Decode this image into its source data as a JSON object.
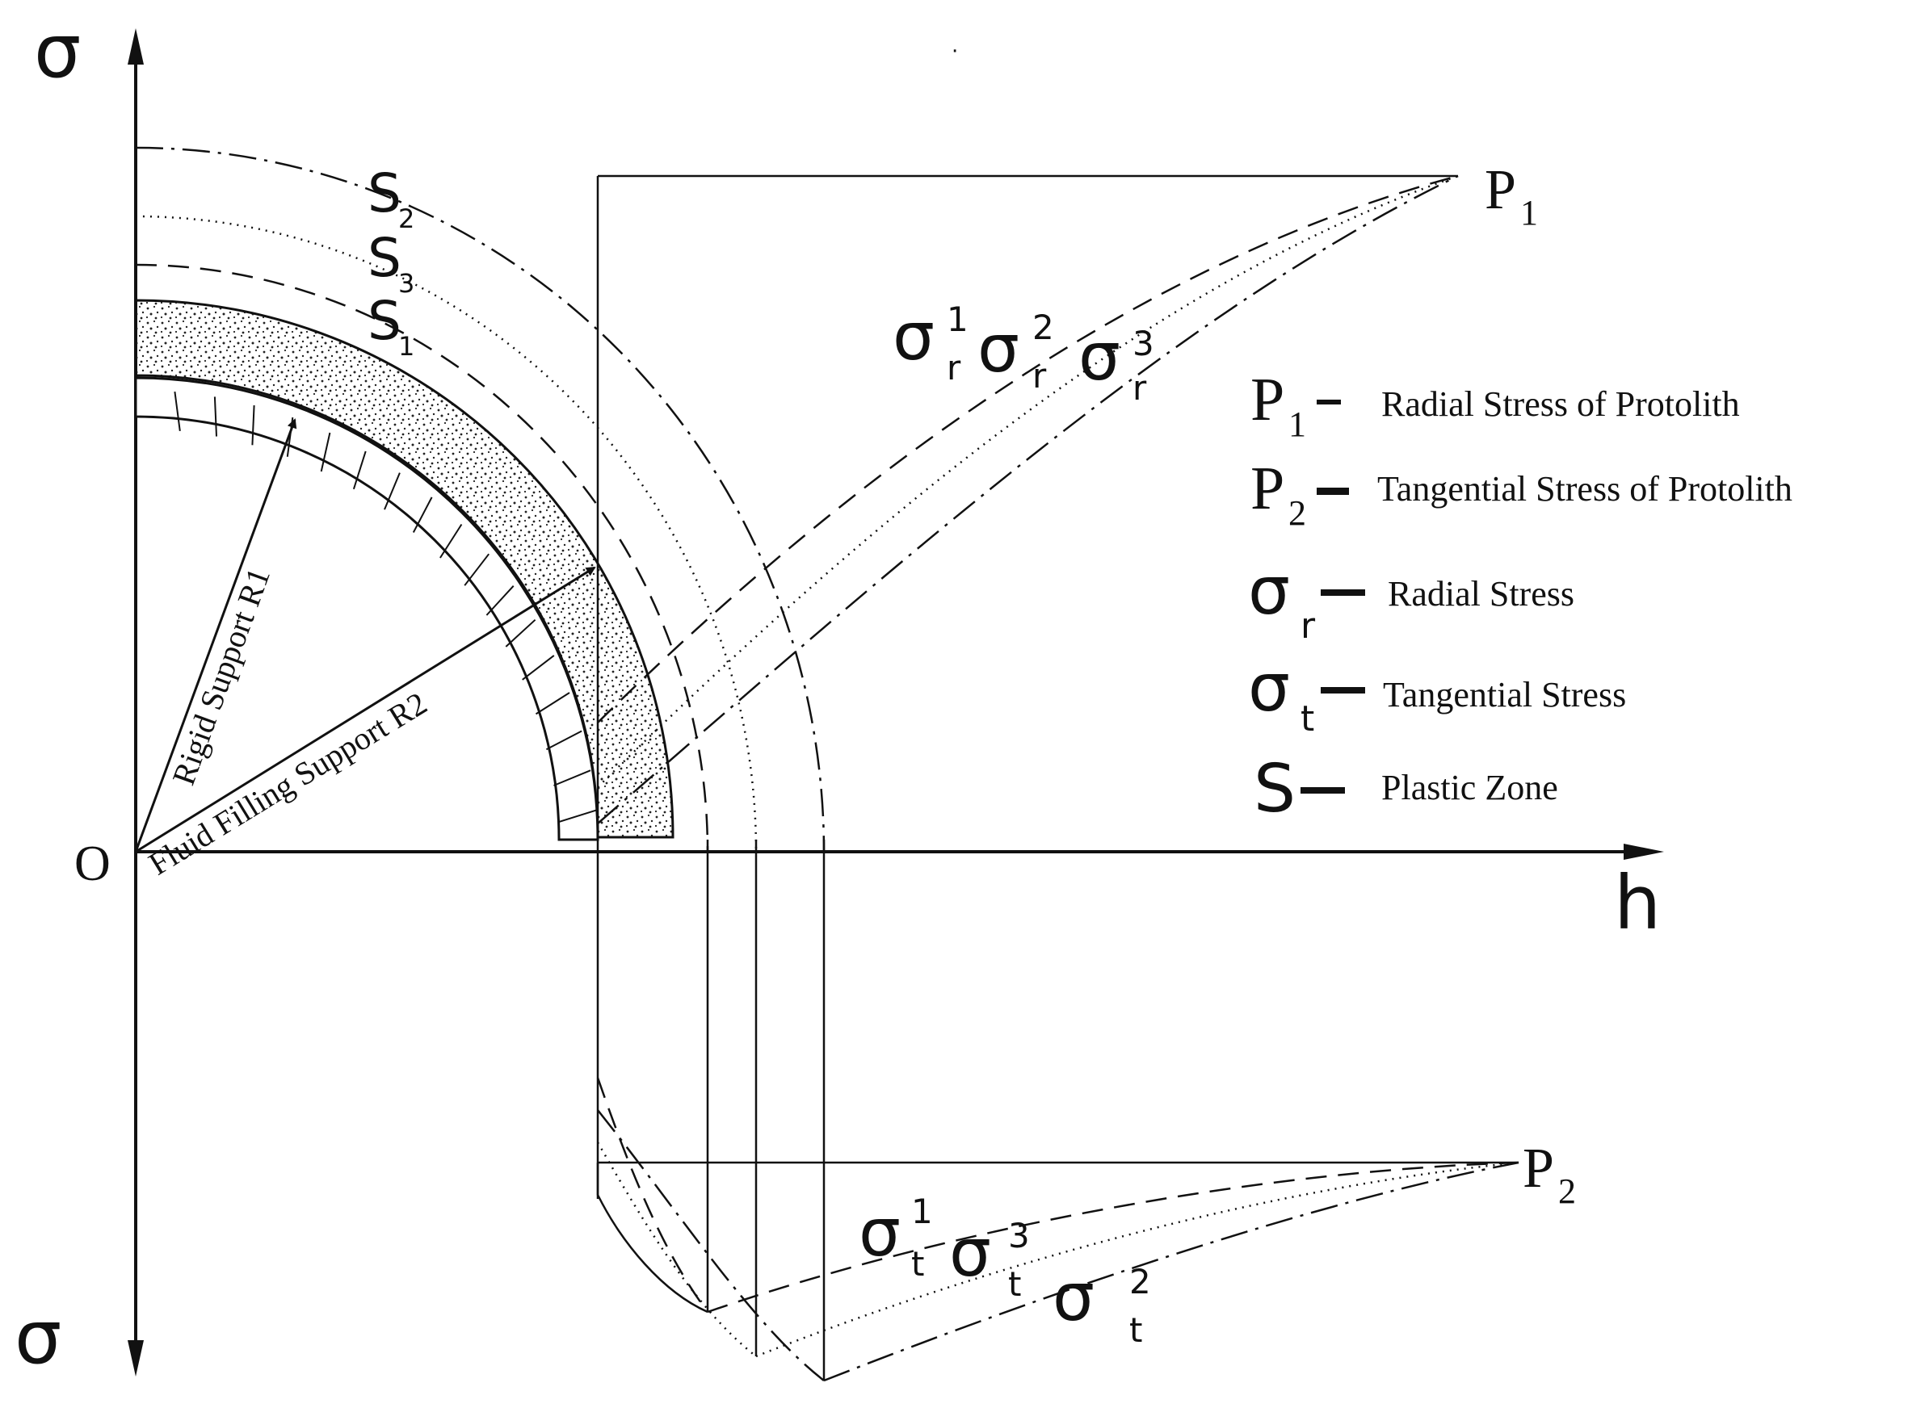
{
  "axes": {
    "y_top": "σ",
    "y_bottom": "σ",
    "x": "h",
    "origin": "O"
  },
  "points": {
    "p1": {
      "main": "P",
      "sub": "1"
    },
    "p2": {
      "main": "P",
      "sub": "2"
    }
  },
  "zones": {
    "s2": {
      "main": "S",
      "sub": "2"
    },
    "s3": {
      "main": "S",
      "sub": "3"
    },
    "s1": {
      "main": "S",
      "sub": "1"
    }
  },
  "supports": {
    "rigid": "Rigid Support  R1",
    "fluid": "Fluid Filling Support R2"
  },
  "radial_curves": [
    {
      "main": "σ",
      "sub": "r",
      "sup": "1"
    },
    {
      "main": "σ",
      "sub": "r",
      "sup": "2"
    },
    {
      "main": "σ",
      "sub": "r",
      "sup": "3"
    }
  ],
  "tangential_curves": [
    {
      "main": "σ",
      "sub": "t",
      "sup": "1"
    },
    {
      "main": "σ",
      "sub": "t",
      "sup": "3"
    },
    {
      "main": "σ",
      "sub": "t",
      "sup": "2"
    }
  ],
  "legend": [
    {
      "sym_main": "P",
      "sym_sub": "1",
      "text": "Radial Stress of Protolith"
    },
    {
      "sym_main": "P",
      "sym_sub": "2",
      "text": "Tangential Stress of Protolith"
    },
    {
      "sym_main": "σ",
      "sym_sub": "r",
      "text": "Radial Stress"
    },
    {
      "sym_main": "σ",
      "sym_sub": "t",
      "text": "Tangential Stress"
    },
    {
      "sym_main": "S",
      "sym_sub": "",
      "text": "Plastic Zone"
    }
  ],
  "colors": {
    "ink": "#111111",
    "background": "#ffffff"
  }
}
